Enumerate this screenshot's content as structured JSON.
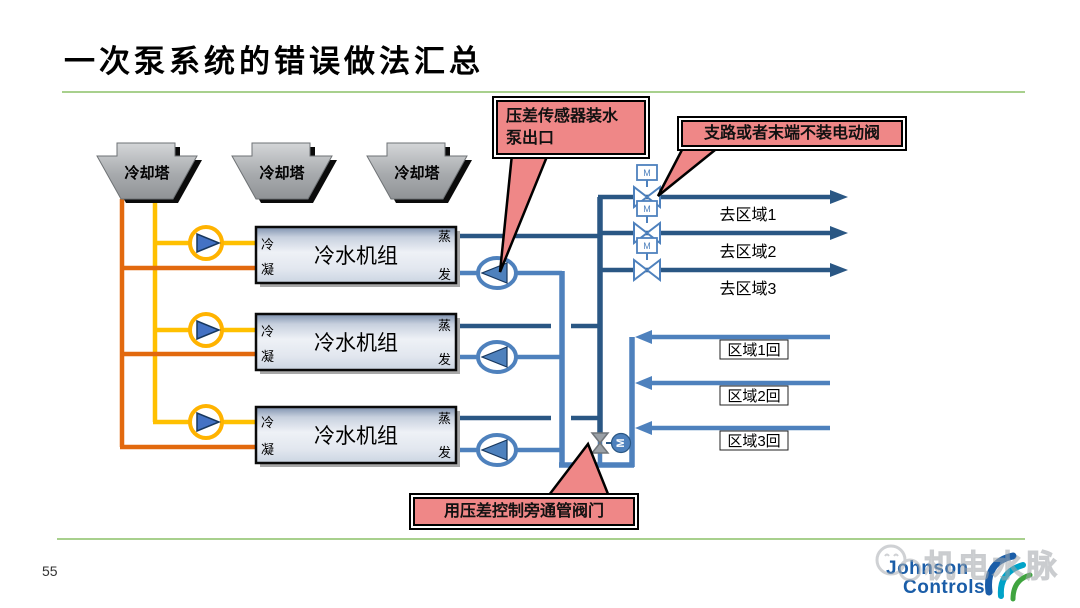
{
  "slide": {
    "title": "一次泵系统的错误做法汇总",
    "page_number": "55"
  },
  "diagram": {
    "cooling_towers": [
      {
        "label": "冷却塔"
      },
      {
        "label": "冷却塔"
      },
      {
        "label": "冷却塔"
      }
    ],
    "chillers": [
      {
        "name": "冷水机组",
        "cond_in": "冷",
        "cond_out": "凝",
        "evap_out": "蒸",
        "evap_in": "发"
      },
      {
        "name": "冷水机组",
        "cond_in": "冷",
        "cond_out": "凝",
        "evap_out": "蒸",
        "evap_in": "发"
      },
      {
        "name": "冷水机组",
        "cond_in": "冷",
        "cond_out": "凝",
        "evap_out": "蒸",
        "evap_in": "发"
      }
    ],
    "motor_label": "M",
    "supply_zones": [
      "去区域1",
      "去区域2",
      "去区域3"
    ],
    "return_zones": [
      "区域1回",
      "区域2回",
      "区域3回"
    ],
    "colors": {
      "supply_dark_blue": "#2A5784",
      "chilled_return_blue": "#4E81BD",
      "cooling_yellow": "#FFC000",
      "condenser_orange": "#E2690E",
      "callout_fill": "#EF8787",
      "rule_green": "#A8D08D",
      "logo_blue": "#1A5DA8"
    }
  },
  "callouts": {
    "sensor_at_pump_outlet": {
      "line1": "压差传感器装水",
      "line2": "泵出口"
    },
    "no_motor_valve": "支路或者末端不装电动阀",
    "bypass_dp_control": "用压差控制旁通管阀门"
  },
  "footer": {
    "brand_line1": "Johnson",
    "brand_line2": "Controls",
    "watermark": "机电水脉"
  }
}
